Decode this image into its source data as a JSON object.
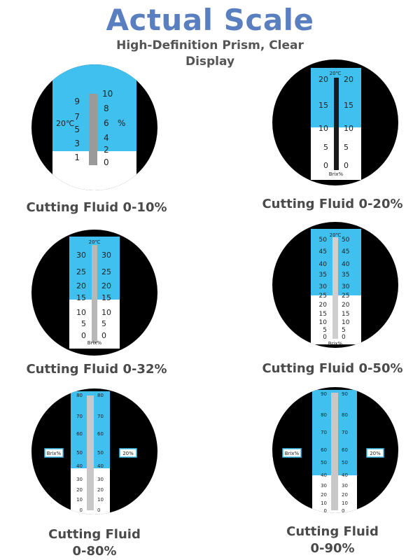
{
  "header": {
    "title": "Actual Scale",
    "subtitle": "High-Definition Prism, Clear Display"
  },
  "colors": {
    "title": "#5a7fc0",
    "scale_blue": "#3fc0ee",
    "scale_white": "#ffffff",
    "ring": "#000000"
  },
  "panels": [
    {
      "caption_line1": "Cutting Fluid 0-10%",
      "caption_line2": "",
      "left_labels": [
        "9",
        "7",
        "5",
        "3",
        "1"
      ],
      "right_labels": [
        "10",
        "8",
        "6",
        "4",
        "2",
        "0"
      ],
      "temp": "20℃",
      "unit": "%"
    },
    {
      "caption_line1": "Cutting Fluid 0-20%",
      "caption_line2": "",
      "left_labels": [
        "20",
        "15",
        "10",
        "5",
        "0"
      ],
      "right_labels": [
        "20",
        "15",
        "10",
        "5",
        "0"
      ],
      "temp": "20℃",
      "unit": "Brix%"
    },
    {
      "caption_line1": "Cutting Fluid 0-32%",
      "caption_line2": "",
      "left_labels": [
        "30",
        "25",
        "20",
        "15",
        "10",
        "5",
        "0"
      ],
      "right_labels": [
        "30",
        "25",
        "20",
        "15",
        "10",
        "5",
        "0"
      ],
      "temp": "20℃",
      "unit": "Brix%"
    },
    {
      "caption_line1": "Cutting Fluid 0-50%",
      "caption_line2": "",
      "left_labels": [
        "50",
        "45",
        "40",
        "35",
        "30",
        "25",
        "20",
        "15",
        "10",
        "5",
        "0"
      ],
      "right_labels": [
        "50",
        "45",
        "40",
        "35",
        "30",
        "25",
        "20",
        "15",
        "10",
        "5",
        "0"
      ],
      "temp": "20℃",
      "unit": "Brix%"
    },
    {
      "caption_line1": "Cutting Fluid",
      "caption_line2": "0-80%",
      "left_labels": [
        "80",
        "70",
        "60",
        "50",
        "40",
        "30",
        "20",
        "10",
        "0"
      ],
      "right_labels": [
        "80",
        "70",
        "60",
        "50",
        "40",
        "30",
        "20",
        "10",
        "0"
      ],
      "unit_left": "Brix%",
      "unit_right": "20%"
    },
    {
      "caption_line1": "Cutting Fluid",
      "caption_line2": "0-90%",
      "left_labels": [
        "90",
        "80",
        "70",
        "60",
        "50",
        "40",
        "30",
        "20",
        "10",
        "0"
      ],
      "right_labels": [
        "90",
        "80",
        "70",
        "60",
        "50",
        "40",
        "30",
        "20",
        "10",
        "0"
      ],
      "unit_left": "Brix%",
      "unit_right": "20%"
    }
  ]
}
